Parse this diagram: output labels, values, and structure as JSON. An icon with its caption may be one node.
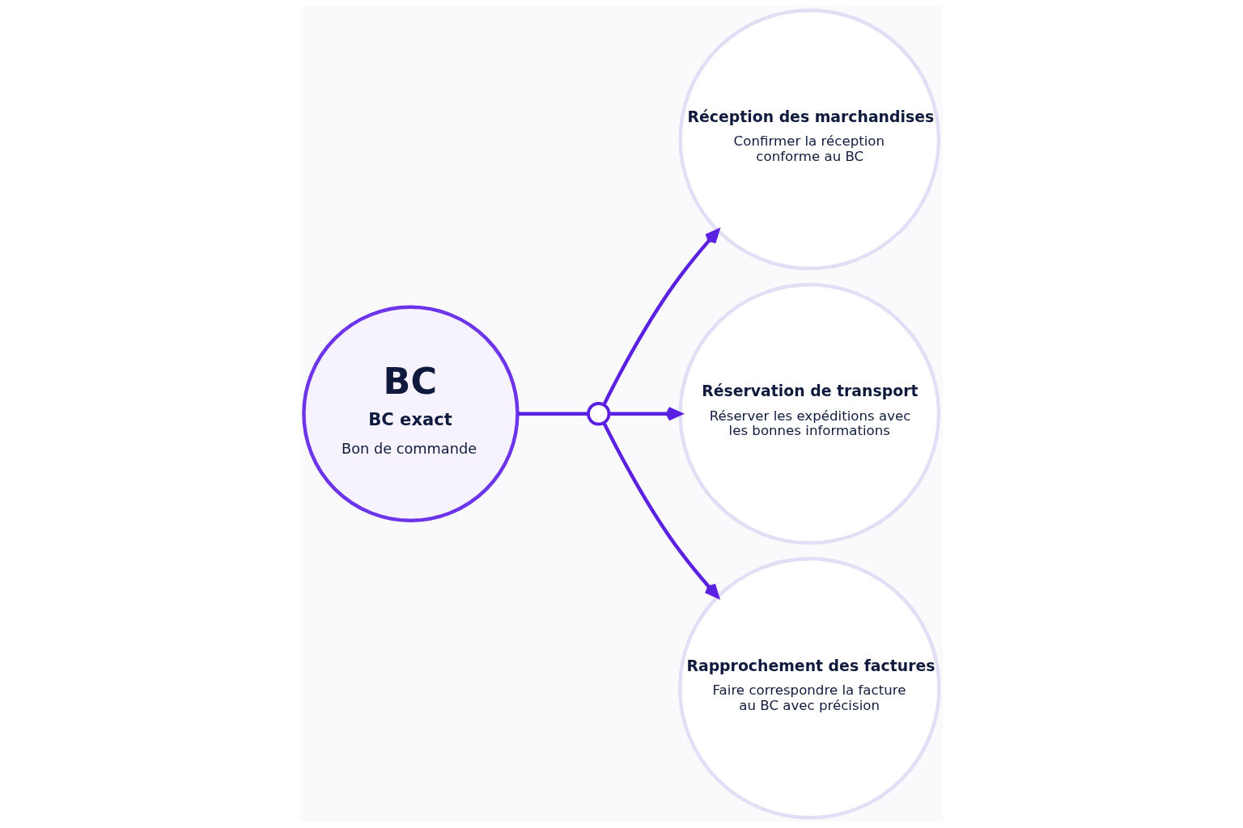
{
  "diagram": {
    "nodes": [
      {
        "text": [
          "BC",
          "BC exact",
          "Bon de commande"
        ]
      },
      {
        "text": [],
        "shape": "circle"
      },
      {
        "text": [
          "Réception des marchandises",
          "Confirmer la réception conforme au BC"
        ]
      },
      {
        "text": [
          "Réservation de transport",
          "Réserver les expéditions avec les bonnes informations"
        ]
      },
      {
        "text": [
          "Rapprochement des factures",
          "Faire correspondre la facture au BC avec précision"
        ]
      }
    ],
    "edges": [
      {
        "from": 0,
        "to": 1,
        "arrow": "none"
      },
      {
        "from": 1,
        "to": 2,
        "arrow": "to"
      },
      {
        "from": 1,
        "to": 3,
        "arrow": "to"
      },
      {
        "from": 1,
        "to": 4,
        "arrow": "to"
      }
    ]
  }
}
